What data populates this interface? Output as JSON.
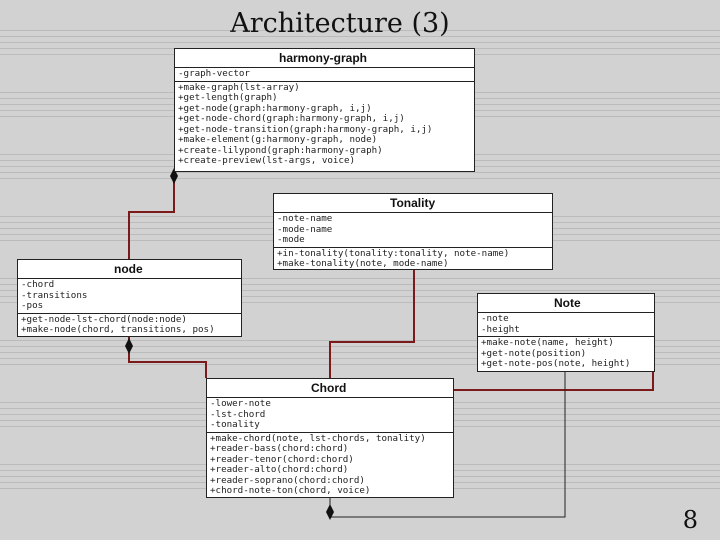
{
  "title": "Architecture (3)",
  "page_number": "8",
  "classes": {
    "harmony_graph": {
      "name": "harmony-graph",
      "attributes": [
        "-graph-vector"
      ],
      "operations": [
        "+make-graph(lst-array)",
        "+get-length(graph)",
        "+get-node(graph:harmony-graph, i,j)",
        "+get-node-chord(graph:harmony-graph, i,j)",
        "+get-node-transition(graph:harmony-graph, i,j)",
        "+make-element(g:harmony-graph, node)",
        "+create-lilypond(graph:harmony-graph)",
        "+create-preview(lst-args, voice)"
      ]
    },
    "tonality": {
      "name": "Tonality",
      "attributes": [
        "-note-name",
        "-mode-name",
        "-mode"
      ],
      "operations": [
        "+in-tonality(tonality:tonality, note-name)",
        "+make-tonality(note, mode-name)"
      ]
    },
    "node": {
      "name": "node",
      "attributes": [
        "-chord",
        "-transitions",
        "-pos"
      ],
      "operations": [
        "+get-node-lst-chord(node:node)",
        "+make-node(chord, transitions, pos)"
      ]
    },
    "note": {
      "name": "Note",
      "attributes": [
        "-note",
        "-height"
      ],
      "operations": [
        "+make-note(name, height)",
        "+get-note(position)",
        "+get-note-pos(note, height)"
      ]
    },
    "chord": {
      "name": "Chord",
      "attributes": [
        "-lower-note",
        "-lst-chord",
        "-tonality"
      ],
      "operations": [
        "+make-chord(note, lst-chords, tonality)",
        "+reader-bass(chord:chord)",
        "+reader-tenor(chord:chord)",
        "+reader-alto(chord:chord)",
        "+reader-soprano(chord:chord)",
        "+chord-note-ton(chord, voice)"
      ]
    }
  },
  "colors": {
    "link": "#7a1a1a",
    "line": "#222222"
  }
}
